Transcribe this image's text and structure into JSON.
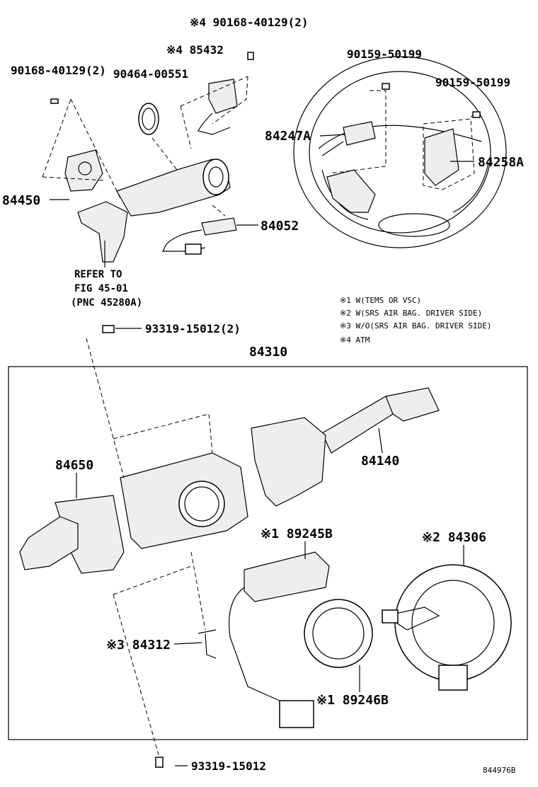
{
  "labels": {
    "p90168_top": "※4 90168-40129(2)",
    "p85432": "※4 85432",
    "p90168_left": "90168-40129(2)",
    "p90464": "90464-00551",
    "p90159_a": "90159-50199",
    "p90159_b": "90159-50199",
    "p84247A": "84247A",
    "p84258A": "84258A",
    "p84450": "84450",
    "p84052": "84052",
    "p93319_top": "93319-15012(2)",
    "p84310": "84310",
    "p84650": "84650",
    "p84140": "84140",
    "p89245B": "※1 89245B",
    "p84306": "※2 84306",
    "p84312": "※3 84312",
    "p89246B": "※1 89246B",
    "p93319_bottom": "93319-15012"
  },
  "refer": {
    "line1": "REFER TO",
    "line2": "FIG 45-01",
    "line3": "(PNC 45280A)"
  },
  "notes": [
    "※1 W(TEMS OR VSC)",
    "※2 W(SRS AIR BAG. DRIVER SIDE)",
    "※3 W/O(SRS AIR BAG. DRIVER SIDE)",
    "※4 ATM"
  ],
  "figure_id": "844976B"
}
